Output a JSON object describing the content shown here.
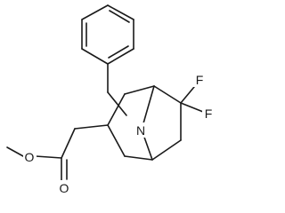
{
  "molecule": {
    "atoms": {
      "nitrogen": "N",
      "fluorine_upper": "F",
      "fluorine_right": "F",
      "ester_oxygen": "O",
      "carbonyl_oxygen": "O"
    },
    "colors": {
      "bond": "#1a1a1a",
      "background": "#ffffff"
    }
  }
}
